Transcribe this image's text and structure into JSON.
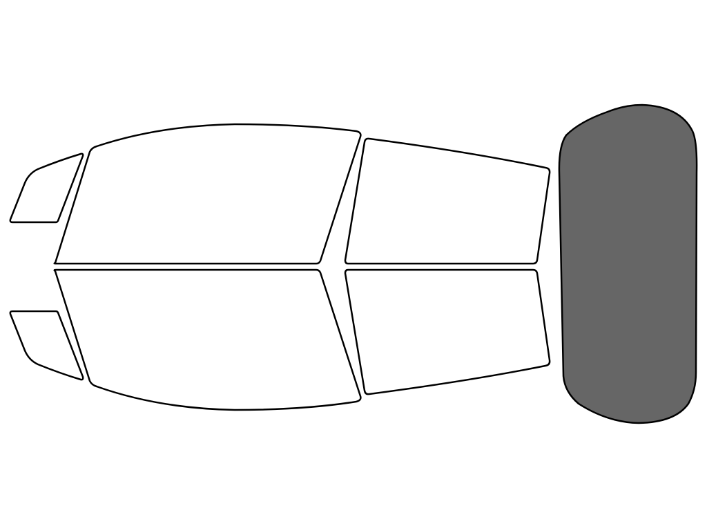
{
  "colors": {
    "background": "#ffffff",
    "outline": "#000000",
    "clear_fill": "#ffffff",
    "tinted_fill": "#666666"
  },
  "windows": [
    {
      "name": "front-quarter-window-top",
      "tinted": false
    },
    {
      "name": "front-door-window-top",
      "tinted": false
    },
    {
      "name": "rear-door-window-top",
      "tinted": false
    },
    {
      "name": "front-quarter-window-bottom",
      "tinted": false
    },
    {
      "name": "front-door-window-bottom",
      "tinted": false
    },
    {
      "name": "rear-door-window-bottom",
      "tinted": false
    },
    {
      "name": "rear-windshield",
      "tinted": true
    }
  ]
}
